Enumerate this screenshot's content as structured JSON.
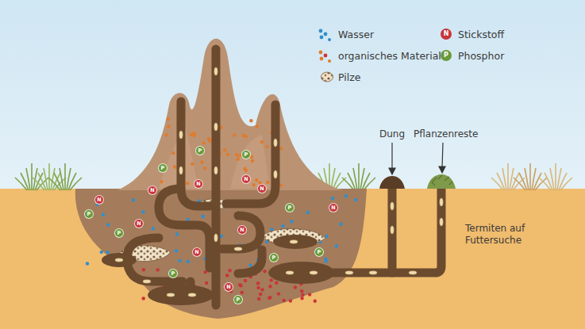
{
  "diagram": {
    "labels": [
      "Dung",
      "Pflanzenreste",
      "Termiten auf Futtersuche",
      "N",
      "P",
      "N",
      "N",
      "N",
      "N",
      "N",
      "N",
      "N",
      "N",
      "N",
      "N",
      "P",
      "P",
      "P",
      "P",
      "P",
      "P",
      "P",
      "P",
      "P",
      "P"
    ],
    "legend": [
      {
        "text": "Wasser",
        "color": "#2f8fcf"
      },
      {
        "text": "organisches Material",
        "color": "#e07b2e"
      },
      {
        "text": "Pilze"
      },
      {
        "text": "Stickstoff",
        "color": "#c8353a"
      },
      {
        "text": "Phosphor",
        "color": "#6a9a3a"
      }
    ]
  }
}
